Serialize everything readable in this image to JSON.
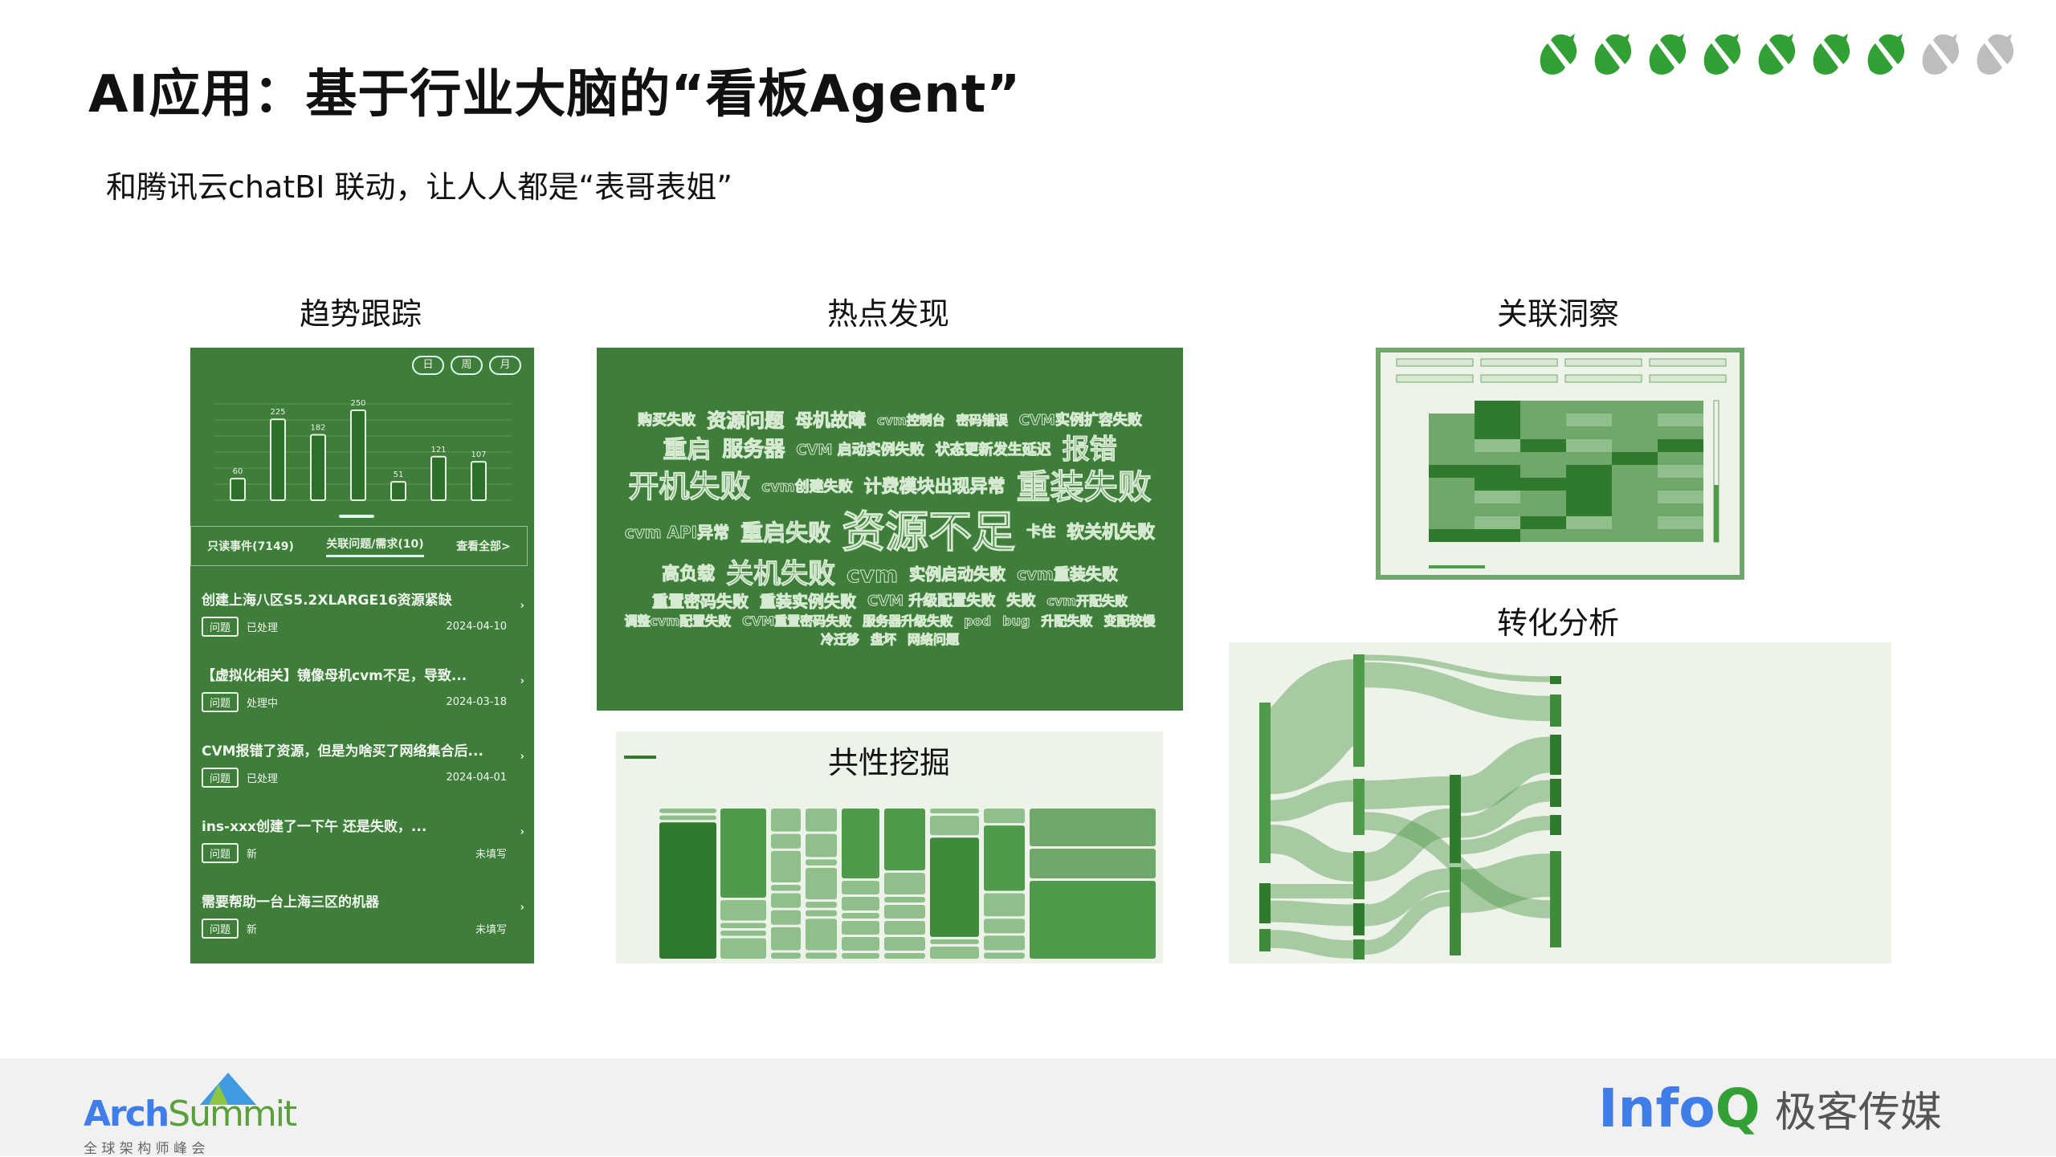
{
  "header": {
    "title": "AI应用：基于行业大脑的“看板Agent”",
    "subtitle": "和腾讯云chatBI 联动，让人人都是“表哥表姐”"
  },
  "rating": {
    "filled": 7,
    "total": 9,
    "icon": "acorn-icon",
    "filled_color": "#33a036",
    "empty_color": "#bdbdbd"
  },
  "sections": {
    "trend": "趋势跟踪",
    "hotspot": "热点发现",
    "correlation": "关联洞察",
    "conversion": "转化分析",
    "commonality": "共性挖掘"
  },
  "trend_panel": {
    "buttons": [
      "日",
      "周",
      "月"
    ],
    "chart_data": {
      "type": "bar",
      "values": [
        60,
        225,
        182,
        250,
        51,
        121,
        107
      ]
    },
    "tabs": [
      "只读事件(7149)",
      "关联问题/需求(10)",
      "查看全部>"
    ],
    "items": [
      {
        "title": "创建上海八区S5.2XLARGE16资源紧缺",
        "tag": "问题",
        "status": "已处理",
        "date": "2024-04-10"
      },
      {
        "title": "【虚拟化相关】镜像母机cvm不足，导致...",
        "tag": "问题",
        "status": "处理中",
        "date": "2024-03-18"
      },
      {
        "title": "CVM报错了资源，但是为啥买了网络集合后...",
        "tag": "问题",
        "status": "已处理",
        "date": "2024-04-01"
      },
      {
        "title": "ins-xxx创建了一下午 还是失败，...",
        "tag": "问题",
        "status": "新",
        "date": "未填写"
      },
      {
        "title": "需要帮助一台上海三区的机器",
        "tag": "问题",
        "status": "新",
        "date": "未填写"
      }
    ]
  },
  "wordcloud": {
    "words": [
      "资源不足",
      "重装失败",
      "开机失败",
      "关机失败",
      "报错",
      "重启",
      "重启失败",
      "cvm",
      "服务器",
      "计费模块出现异常",
      "资源问题",
      "母机故障",
      "软关机失败",
      "高负载",
      "实例启动失败",
      "cvm重装失败",
      "重置密码失败",
      "重装实例失败",
      "cvm API异常",
      "购买失败",
      "CVM实例扩容失败",
      "CVM 启动实例失败",
      "状态更新发生延迟",
      "cvm创建失败",
      "CVM 升级配置失败",
      "卡住",
      "失败",
      "cvm开配失败",
      "调整cvm配置失败",
      "CVM重置密码失败",
      "密码错误",
      "服务器升级失败",
      "pod",
      "bug",
      "升配失败",
      "变配较慢",
      "cvm控制台",
      "冷迁移",
      "盘坏",
      "网络问题"
    ]
  },
  "footer": {
    "left_logo": "ArchSummit",
    "left_sub": "全 球 架 构 师 峰 会",
    "right_logo": "InfoQ",
    "right_sub": "极客传媒"
  }
}
